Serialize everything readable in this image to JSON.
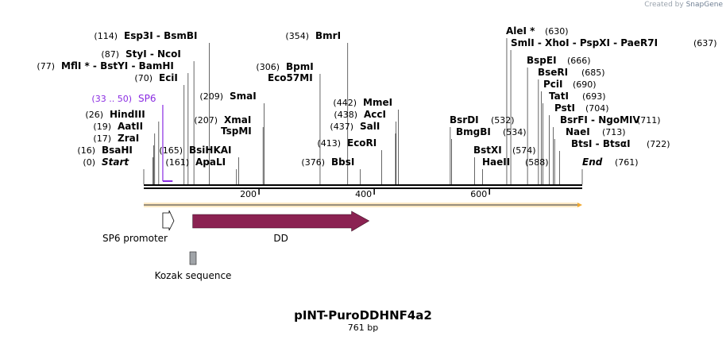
{
  "credit": {
    "prefix": "Created by",
    "brand": "SnapGene"
  },
  "plasmid": {
    "name": "pINT-PuroDDHNF4a2",
    "size_label": "761 bp",
    "length": 761
  },
  "ruler": {
    "ticks": [
      200,
      400,
      600
    ]
  },
  "sites": [
    {
      "pos": "(0)",
      "name": "Start",
      "at": 0
    },
    {
      "pos": "(16)",
      "name": "BsaHI",
      "at": 16
    },
    {
      "pos": "(17)",
      "name": "ZraI",
      "at": 17
    },
    {
      "pos": "(19)",
      "name": "AatII",
      "at": 19
    },
    {
      "pos": "(26)",
      "name": "HindIII",
      "at": 26
    },
    {
      "pos": "(70)",
      "name": "EciI",
      "at": 70
    },
    {
      "pos": "(77)",
      "name": "MflI * - BstYI - BamHI",
      "at": 77
    },
    {
      "pos": "(87)",
      "name": "StyI - NcoI",
      "at": 87
    },
    {
      "pos": "(114)",
      "name": "Esp3I - BsmBI",
      "at": 114
    },
    {
      "pos": "(161)",
      "name": "ApaLI",
      "at": 161
    },
    {
      "pos": "(165)",
      "name": "BsiHKAI",
      "at": 165
    },
    {
      "pos": "(207)",
      "name": "XmaI",
      "at": 207
    },
    {
      "pos": "",
      "name": "TspMI",
      "at": 207
    },
    {
      "pos": "(209)",
      "name": "SmaI",
      "at": 209
    },
    {
      "pos": "(306)",
      "name": "BpmI",
      "at": 306
    },
    {
      "pos": "",
      "name": "Eco57MI",
      "at": 306
    },
    {
      "pos": "(354)",
      "name": "BmrI",
      "at": 354
    },
    {
      "pos": "(376)",
      "name": "BbsI",
      "at": 376
    },
    {
      "pos": "(413)",
      "name": "EcoRI",
      "at": 413
    },
    {
      "pos": "(437)",
      "name": "SalI",
      "at": 437
    },
    {
      "pos": "(438)",
      "name": "AccI",
      "at": 438
    },
    {
      "pos": "(442)",
      "name": "MmeI",
      "at": 442
    },
    {
      "pos": "",
      "name": "BsrDI",
      "at": 532
    },
    {
      "pos": "(532)",
      "name": "",
      "at": 532
    },
    {
      "pos": "",
      "name": "BmgBI",
      "at": 534
    },
    {
      "pos": "(534)",
      "name": "",
      "at": 534
    },
    {
      "pos": "",
      "name": "BstXI",
      "at": 574
    },
    {
      "pos": "(574)",
      "name": "",
      "at": 574
    },
    {
      "pos": "",
      "name": "HaeII",
      "at": 588
    },
    {
      "pos": "(588)",
      "name": "",
      "at": 588
    },
    {
      "pos": "",
      "name": "AleI *",
      "at": 630
    },
    {
      "pos": "(630)",
      "name": "",
      "at": 630
    },
    {
      "pos": "",
      "name": "SmlI - XhoI - PspXI - PaeR7I",
      "at": 637
    },
    {
      "pos": "(637)",
      "name": "",
      "at": 637
    },
    {
      "pos": "",
      "name": "BspEI",
      "at": 666
    },
    {
      "pos": "(666)",
      "name": "",
      "at": 666
    },
    {
      "pos": "",
      "name": "BseRI",
      "at": 685
    },
    {
      "pos": "(685)",
      "name": "",
      "at": 685
    },
    {
      "pos": "",
      "name": "PciI",
      "at": 690
    },
    {
      "pos": "(690)",
      "name": "",
      "at": 690
    },
    {
      "pos": "",
      "name": "TatI",
      "at": 693
    },
    {
      "pos": "(693)",
      "name": "",
      "at": 693
    },
    {
      "pos": "",
      "name": "PstI",
      "at": 704
    },
    {
      "pos": "(704)",
      "name": "",
      "at": 704
    },
    {
      "pos": "",
      "name": "BsrFI - NgoMIV",
      "at": 711
    },
    {
      "pos": "(711)",
      "name": "",
      "at": 711
    },
    {
      "pos": "",
      "name": "NaeI",
      "at": 713
    },
    {
      "pos": "(713)",
      "name": "",
      "at": 713
    },
    {
      "pos": "",
      "name": "BtsI - BtsαI",
      "at": 722
    },
    {
      "pos": "(722)",
      "name": "",
      "at": 722
    },
    {
      "pos": "",
      "name": "End",
      "at": 761
    },
    {
      "pos": "(761)",
      "name": "",
      "at": 761
    }
  ],
  "primer": {
    "range": "(33 .. 50)",
    "name": "SP6",
    "color": "#8a2be2"
  },
  "features": [
    {
      "name": "SP6 promoter",
      "kind": "promoter"
    },
    {
      "name": "DD",
      "kind": "cds",
      "color": "#8b2252"
    },
    {
      "name": "Kozak sequence",
      "kind": "misc",
      "color": "#a0a4a8"
    }
  ],
  "colors": {
    "backbone_arrow": "#f0a830",
    "primer": "#8a2be2",
    "cds": "#8b2252"
  }
}
